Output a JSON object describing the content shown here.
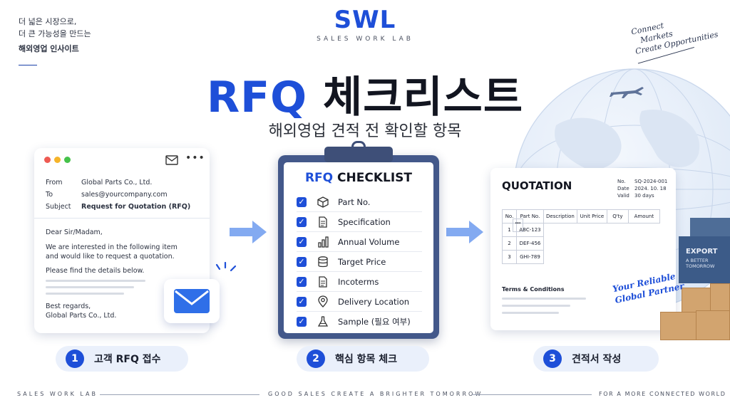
{
  "tagline_left": {
    "line1": "더 넓은 시장으로,",
    "line2": "더 큰 가능성을 만드는",
    "line3": "해외영업 인사이트"
  },
  "brand": {
    "logo": "SWL",
    "sub": "SALES WORK LAB"
  },
  "script_right": {
    "line1": "Connect",
    "line2": "Markets",
    "line3": "Create Opportunities"
  },
  "title": {
    "rfq": "RFQ",
    "rest": "체크리스트"
  },
  "subtitle": "해외영업 견적 전 확인할 항목",
  "email": {
    "from_label": "From",
    "from_value": "Global Parts Co., Ltd.",
    "to_label": "To",
    "to_value": "sales@yourcompany.com",
    "subject_label": "Subject",
    "subject_value": "Request for Quotation (RFQ)",
    "greeting": "Dear Sir/Madam,",
    "body1": "We are interested in the following item",
    "body2": "and would like to request a quotation.",
    "body3": "Please find the details below.",
    "closing": "Best regards,",
    "signature": "Global Parts Co., Ltd."
  },
  "checklist": {
    "title_rfq": "RFQ",
    "title_rest": "CHECKLIST",
    "items": [
      {
        "label": "Part No.",
        "icon": "box-icon"
      },
      {
        "label": "Specification",
        "icon": "document-icon"
      },
      {
        "label": "Annual Volume",
        "icon": "bar-chart-icon"
      },
      {
        "label": "Target Price",
        "icon": "coins-icon"
      },
      {
        "label": "Incoterms",
        "icon": "document-icon"
      },
      {
        "label": "Delivery Location",
        "icon": "location-pin-icon"
      },
      {
        "label": "Sample (필요 여부)",
        "icon": "flask-icon"
      }
    ]
  },
  "quotation": {
    "title": "QUOTATION",
    "meta": [
      {
        "k": "No.",
        "v": "SQ-2024-001"
      },
      {
        "k": "Date",
        "v": "2024. 10. 18"
      },
      {
        "k": "Valid",
        "v": "30 days"
      }
    ],
    "columns": [
      "No.",
      "Part No.",
      "Description",
      "Unit Price",
      "Q'ty",
      "Amount"
    ],
    "rows": [
      [
        "1",
        "ABC-123",
        "...",
        "...",
        "...",
        "..."
      ],
      [
        "2",
        "DEF-456",
        "...",
        "...",
        "...",
        "..."
      ],
      [
        "3",
        "GHI-789",
        "...",
        "...",
        "...",
        "..."
      ]
    ],
    "terms": "Terms & Conditions"
  },
  "script_partner": {
    "line1": "Your Reliable",
    "line2": "Global Partner"
  },
  "export_box": {
    "line1": "EXPORT",
    "line2": "A BETTER TOMORROW"
  },
  "steps": [
    {
      "num": "1",
      "label": "고객 RFQ 접수"
    },
    {
      "num": "2",
      "label": "핵심 항목 체크"
    },
    {
      "num": "3",
      "label": "견적서 작성"
    }
  ],
  "footer": {
    "left": "SALES WORK LAB",
    "center": "GOOD SALES CREATE A BRIGHTER TOMORROW",
    "right": "FOR A MORE CONNECTED WORLD"
  },
  "colors": {
    "accent": "#1e4fd8",
    "board": "#43588a",
    "pill": "#eaf0fb"
  }
}
